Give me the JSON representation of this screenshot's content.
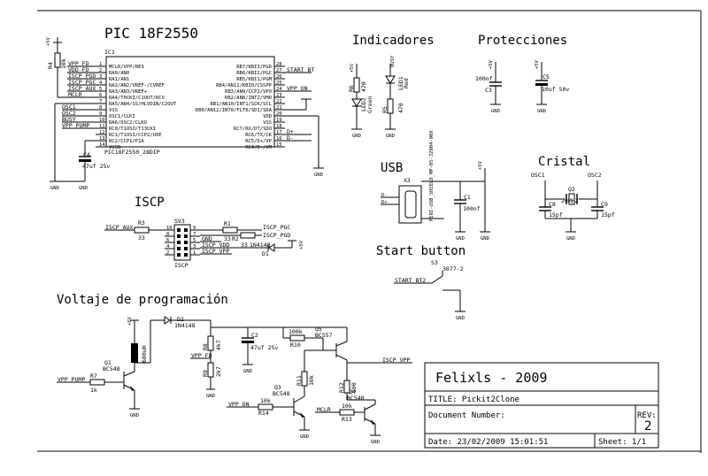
{
  "titles": {
    "pic": "PIC 18F2550",
    "indicadores": "Indicadores",
    "protecciones": "Protecciones",
    "usb": "USB",
    "cristal": "Cristal",
    "icsp": "ISCP",
    "start": "Start button",
    "voltaje": "Voltaje de programación"
  },
  "ic1": {
    "ref": "IC1",
    "name": "PIC18F2550_28DIP",
    "left_pins": [
      {
        "num": "1",
        "label": "MCLR/VPP/RE3"
      },
      {
        "num": "2",
        "label": "RA0/AN0"
      },
      {
        "num": "3",
        "label": "RA1/AN1"
      },
      {
        "num": "4",
        "label": "RA2/AN2/VREF-/CVREF"
      },
      {
        "num": "5",
        "label": "RA3/AN3/VREF+"
      },
      {
        "num": "6",
        "label": "RA4/T0CKI/C1OUT/RCV"
      },
      {
        "num": "7",
        "label": "RA5/AN4/SS/HLVDIN/C2OUT"
      },
      {
        "num": "8",
        "label": "VSS"
      },
      {
        "num": "9",
        "label": "OSC1/CLKI"
      },
      {
        "num": "10",
        "label": "RA6/OSC2/CLKO"
      },
      {
        "num": "11",
        "label": "RC0/T1OSO/T13CKI"
      },
      {
        "num": "12",
        "label": "RC1/T1OSI/CCP2/UOE"
      },
      {
        "num": "13",
        "label": "RC2/CCP1/P1A"
      },
      {
        "num": "14",
        "label": "VUSB"
      }
    ],
    "right_pins": [
      {
        "num": "28",
        "label": "RB7/KBI3/PGD"
      },
      {
        "num": "27",
        "label": "RB6/KBI2/PGC"
      },
      {
        "num": "26",
        "label": "RB5/KBI1/PGM"
      },
      {
        "num": "25",
        "label": "RB4/AN11/KBI0/CSSPP"
      },
      {
        "num": "24",
        "label": "RB3/AN9/CCP2/VPO"
      },
      {
        "num": "23",
        "label": "RB2/AN8/INT2/VMO"
      },
      {
        "num": "22",
        "label": "RB1/AN10/INT1/SCK/SCL"
      },
      {
        "num": "21",
        "label": "RB0/AN12/INT0/FLT0/SDI/SDA"
      },
      {
        "num": "20",
        "label": "VDD"
      },
      {
        "num": "19",
        "label": "VSS"
      },
      {
        "num": "18",
        "label": "RC7/RX/DT/SDO"
      },
      {
        "num": "17",
        "label": "RC6/TX/CK"
      },
      {
        "num": "16",
        "label": "RC5/D+/VP"
      },
      {
        "num": "15",
        "label": "RC4/D-/VM"
      }
    ]
  },
  "nets": {
    "vpp_fd": "VPP_FD",
    "vdd_fd": "VDD_FD",
    "iscp_pgd": "ISCP_PGD",
    "iscp_pgc": "ISCP_PGC",
    "iscp_aux": "ISCP_AUX",
    "mclr": "MCLR",
    "osc1": "OSC1",
    "osc2": "OSC2",
    "busy": "BUSY",
    "vpp_pump": "VPP_PUMP",
    "start_bt": "START_BT",
    "vpp_on": "VPP_ON",
    "dplus": "D+",
    "dminus": "D-",
    "iscp_vdd": "ISCP_VDD",
    "iscp_vpp": "ISCP_VPP",
    "gnd_net": "GND",
    "start_bt2": "START_BT2"
  },
  "power": {
    "v5": "+5V",
    "gnd": "GND"
  },
  "parts": {
    "r4": "R4",
    "r4v": "10k",
    "c4": "C4",
    "c4v": "47uf 25v",
    "r6": "R6",
    "r6v": "470",
    "r5": "R5",
    "r5v": "470",
    "led2": "LED2",
    "led2v": "Green",
    "led1": "LED1",
    "led1v": "Red",
    "busy": "BUSY",
    "c3": "C3",
    "c3v": "100nf",
    "c5": "C5",
    "c5v": "10uf 50v",
    "x3": "X3",
    "usbconn": "MINI-USB_SHIELD_MP-05-32004-00X",
    "c1": "C1",
    "c1v": "100nf",
    "q2": "Q2",
    "q2v": "20MHZ",
    "c8": "C8",
    "c8v": "15pf",
    "c9": "C9",
    "c9v": "15pf",
    "sv3": "SV3",
    "sv3v": "ISCP",
    "r1": "R1",
    "r1v": "33",
    "r2": "R2",
    "r2v": "33",
    "r3": "R3",
    "r3v": "33",
    "d1": "D1",
    "d1v": "1N4148",
    "s3": "S3",
    "s3v": "3077-2",
    "d2": "D2",
    "d2v": "1N4148",
    "l1v": "680uH",
    "q1": "Q1",
    "q1v": "BC548",
    "r7": "R7",
    "r7v": "1k",
    "r8": "R8",
    "r8v": "4k7",
    "r9": "R9",
    "r9v": "2k7",
    "c2": "C2",
    "c2v": "47uf 25v",
    "r10": "R10",
    "r10v": "100k",
    "q5": "Q5",
    "q5v": "BC557",
    "r11": "R11",
    "r11v": "10k",
    "q3": "Q3",
    "q3v": "BC548",
    "r14": "R14",
    "r14v": "10k",
    "r12": "R12",
    "r12v": "100",
    "q4": "Q4",
    "q4v": "BC548",
    "r13": "R13",
    "r13v": "10k"
  },
  "sv3_pins": [
    "10",
    "9",
    "8",
    "7",
    "6",
    "5",
    "4",
    "3",
    "2",
    "1"
  ],
  "title_block": {
    "main": "Felixls - 2009",
    "title": "TITLE:  Pickit2Clone",
    "docnum": "Document Number:",
    "rev_label": "REV:",
    "rev": "2",
    "date": "Date: 23/02/2009 15:01:51",
    "sheet": "Sheet: 1/1"
  }
}
